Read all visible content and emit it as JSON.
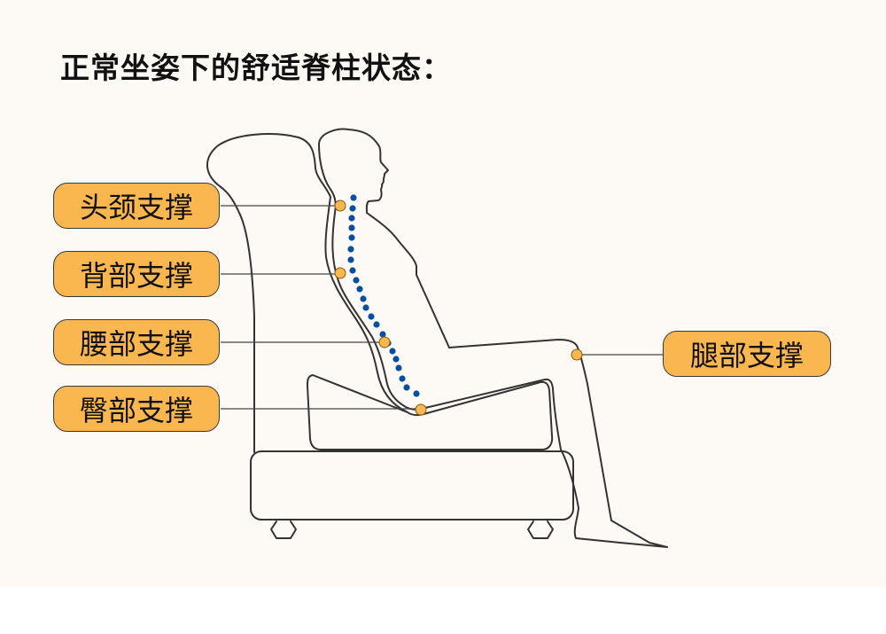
{
  "title": "正常坐姿下的舒适脊柱状态：",
  "labels": {
    "head_neck": "头颈支撑",
    "back": "背部支撑",
    "waist": "腰部支撑",
    "hip": "臀部支撑",
    "leg": "腿部支撑"
  },
  "colors": {
    "label_fill": "#fbb74f",
    "spine_dots": "#0a4ea0",
    "outline": "#333333",
    "background": "#fdfaf6"
  }
}
